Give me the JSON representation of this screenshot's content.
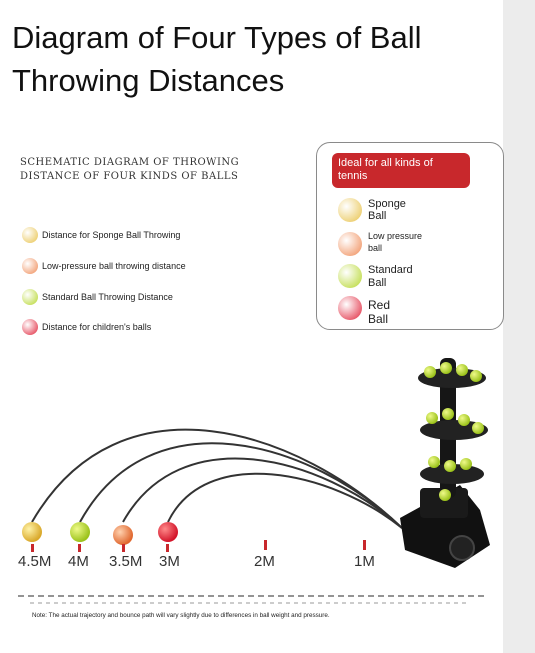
{
  "title": "Diagram of Four Types of Ball Throwing Distances",
  "schematic": {
    "line1": "SCHEMATIC DIAGRAM OF THROWING",
    "line2": "DISTANCE OF FOUR KINDS OF BALLS"
  },
  "legend": [
    {
      "label": "Distance for Sponge Ball Throwing",
      "color": "#e8c24a"
    },
    {
      "label": "Low-pressure ball throwing distance",
      "color": "#ef8a55"
    },
    {
      "label": "Standard Ball Throwing Distance",
      "color": "#b5d62b"
    },
    {
      "label": "Distance for children's balls",
      "color": "#e0243a"
    }
  ],
  "box": {
    "heading": "Ideal for all kinds of tennis",
    "items": [
      {
        "label": "Sponge Ball",
        "color": "#e8c24a"
      },
      {
        "label": "Low pressure ball",
        "color": "#ef8a55"
      },
      {
        "label": "Standard Ball",
        "color": "#b5d62b"
      },
      {
        "label": "Red Ball",
        "color": "#e0243a"
      }
    ]
  },
  "distances": [
    "4.5M",
    "4M",
    "3.5M",
    "3M",
    "2M",
    "1M"
  ],
  "note": "Note: The actual trajectory and bounce path will vary slightly due to differences in ball weight and pressure."
}
